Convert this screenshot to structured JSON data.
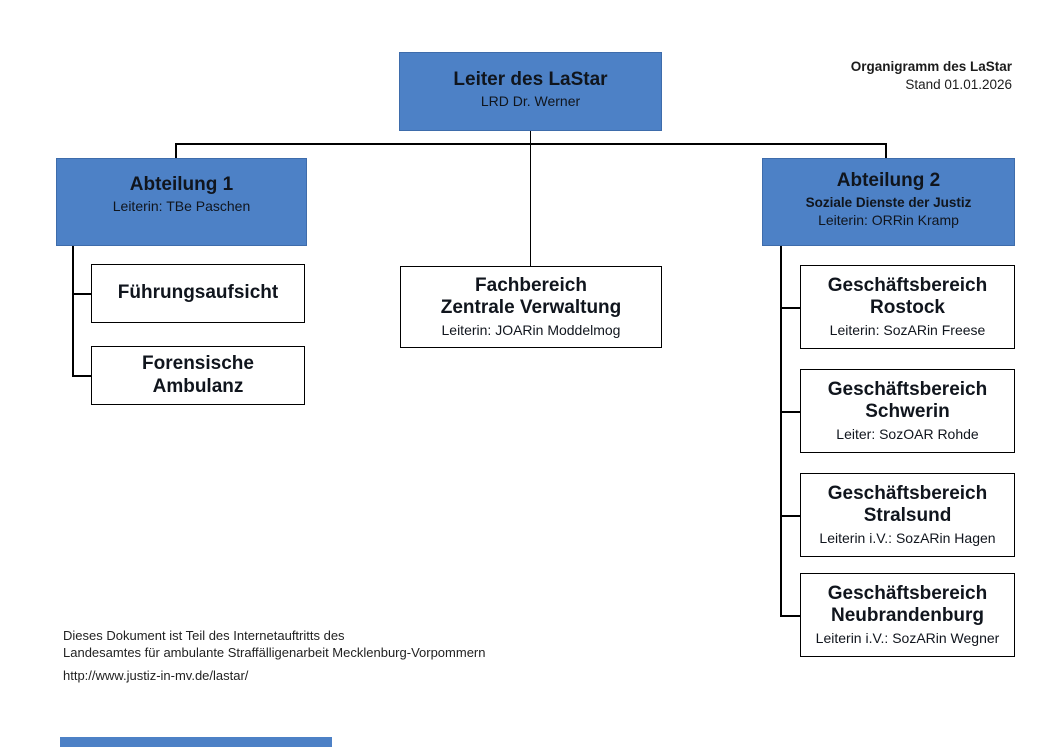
{
  "document": {
    "title": "Organigramm des LaStar",
    "stand": "Stand 01.01.2026"
  },
  "root": {
    "title": "Leiter des LaStar",
    "leader": "LRD Dr. Werner"
  },
  "dept1": {
    "title": "Abteilung 1",
    "leader": "Leiterin: TBe Paschen",
    "children": [
      {
        "title": "Führungsaufsicht"
      },
      {
        "title": "Forensische\nAmbulanz"
      }
    ]
  },
  "fachbereich": {
    "title": "Fachbereich\nZentrale Verwaltung",
    "leader": "Leiterin: JOARin Moddelmog"
  },
  "dept2": {
    "title": "Abteilung 2",
    "subtitle": "Soziale Dienste der Justiz",
    "leader": "Leiterin: ORRin Kramp",
    "children": [
      {
        "title": "Geschäftsbereich\nRostock",
        "leader": "Leiterin: SozARin Freese"
      },
      {
        "title": "Geschäftsbereich\nSchwerin",
        "leader": "Leiter: SozOAR Rohde"
      },
      {
        "title": "Geschäftsbereich\nStralsund",
        "leader": "Leiterin i.V.: SozARin Hagen"
      },
      {
        "title": "Geschäftsbereich\nNeubrandenburg",
        "leader": "Leiterin i.V.: SozARin Wegner"
      }
    ]
  },
  "footer": {
    "line1": "Dieses Dokument ist Teil des Internetauftritts des",
    "line2": "Landesamtes für ambulante Straffälligenarbeit Mecklenburg-Vorpommern",
    "url": "http://www.justiz-in-mv.de/lastar/"
  },
  "colors": {
    "box_blue": "#4d81c6",
    "box_blue_border": "#3e6cab",
    "line_black": "#000000"
  }
}
